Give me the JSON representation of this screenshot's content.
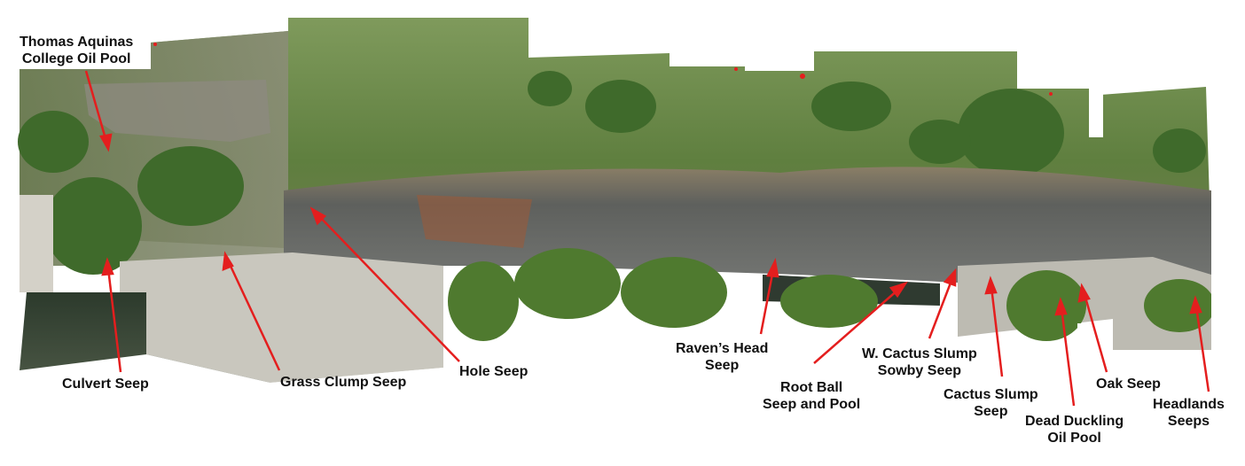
{
  "colors": {
    "arrow": "#e41e1e",
    "label_text": "#111111",
    "background": "#ffffff",
    "vegetation_dark": "#3f6a2b",
    "vegetation_light": "#86a05e",
    "rock_gray": "#6c6f6f",
    "rock_light": "#c9c7be",
    "rock_rust": "#9a5a3a",
    "water": "#2d3a2f"
  },
  "labels": {
    "thomas_aquinas": [
      "Thomas Aquinas",
      "College Oil Pool"
    ],
    "culvert": [
      "Culvert Seep"
    ],
    "grass_clump": [
      "Grass Clump Seep"
    ],
    "hole": [
      "Hole Seep"
    ],
    "ravens_head": [
      "Raven’s Head",
      "Seep"
    ],
    "root_ball": [
      "Root Ball",
      "Seep and Pool"
    ],
    "w_cactus": [
      "W.  Cactus Slump",
      "Sowby Seep"
    ],
    "cactus_slump": [
      "Cactus Slump",
      "Seep"
    ],
    "dead_duckling": [
      "Dead Duckling",
      "Oil Pool"
    ],
    "oak": [
      "Oak Seep"
    ],
    "headlands": [
      "Headlands",
      "Seeps"
    ]
  }
}
